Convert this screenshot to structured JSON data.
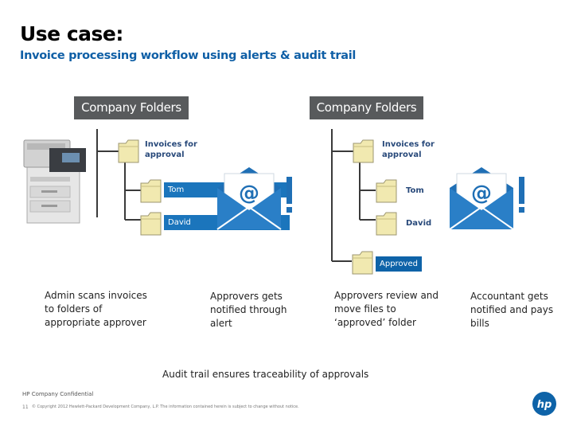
{
  "title": "Use case:",
  "subtitle": "Invoice processing workflow using alerts & audit trail",
  "left_panel": {
    "header": "Company Folders",
    "folders": [
      "Invoices for approval",
      "Tom",
      "David"
    ]
  },
  "right_panel": {
    "header": "Company Folders",
    "folders": [
      "Invoices for approval",
      "Tom",
      "David"
    ],
    "approved_folder": "Approved"
  },
  "steps": [
    {
      "text": "Admin scans invoices to folders of appropriate approver"
    },
    {
      "text": "Approvers gets notified through alert"
    },
    {
      "text": "Approvers review and move files to ‘approved’ folder"
    },
    {
      "text": "Accountant gets notified and pays bills"
    }
  ],
  "audit_note": "Audit trail ensures traceability of approvals",
  "footer": {
    "confidential": "HP Company Confidential",
    "page_number": "11",
    "copyright": "© Copyright 2012 Hewlett-Packard Development Company, L.P. The information contained herein is subject to change without notice."
  },
  "colors": {
    "header_gray": "#585a5c",
    "accent_blue": "#1b75bc",
    "subtitle_blue": "#0f5fa6",
    "envelope_blue": "#1f6fb5"
  },
  "icons": [
    "printer-icon",
    "folder-icon",
    "email-alert-icon",
    "exclamation-icon",
    "hp-logo"
  ]
}
